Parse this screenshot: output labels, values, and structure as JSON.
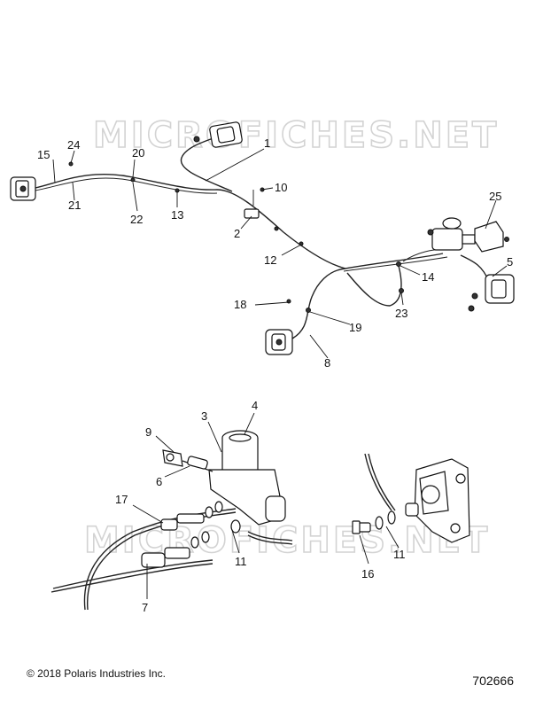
{
  "watermark": "MICROFICHES.NET",
  "copyright": "© 2018 Polaris Industries Inc.",
  "diagram_number": "702666",
  "callouts": {
    "c1": "1",
    "c2": "2",
    "c3": "3",
    "c4": "4",
    "c5": "5",
    "c6": "6",
    "c7": "7",
    "c8": "8",
    "c9": "9",
    "c10": "10",
    "c11a": "11",
    "c11b": "11",
    "c12": "12",
    "c13": "13",
    "c14": "14",
    "c15": "15",
    "c16": "16",
    "c17": "17",
    "c18": "18",
    "c19": "19",
    "c20": "20",
    "c21": "21",
    "c22": "22",
    "c23": "23",
    "c24": "24",
    "c25": "25"
  }
}
